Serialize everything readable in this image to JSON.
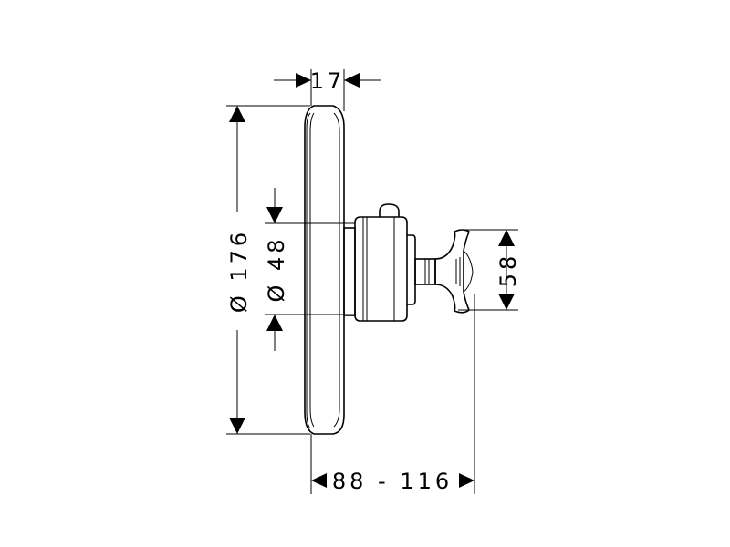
{
  "dimensions": {
    "depth_top": "17",
    "outer_diameter": "Ø 176",
    "inner_diameter": "Ø 48",
    "handle_height": "58",
    "projection": "88 - 116"
  },
  "colors": {
    "line": "#000000",
    "background": "#ffffff"
  }
}
